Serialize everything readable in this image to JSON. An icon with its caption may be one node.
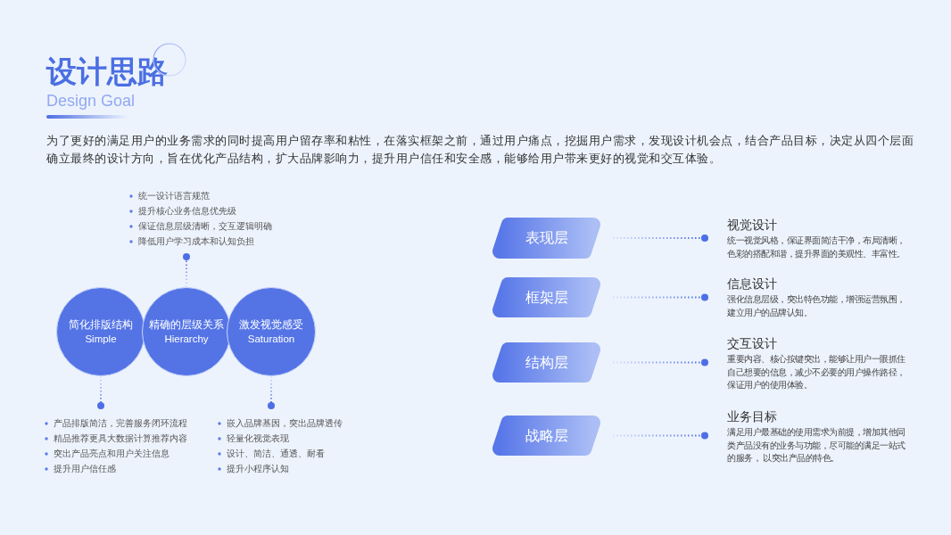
{
  "diagram": {
    "title": "设计思路",
    "nodes": [
      {
        "text": [
          "统一设计语言规范",
          "提升核心业务信息优先级",
          "保证信息层级清晰，交互逻辑明确",
          "降低用户学习成本和认知负担"
        ]
      },
      {
        "text": [
          "简化排版结构",
          "Simple"
        ]
      },
      {
        "text": [
          "精确的层级关系",
          "Hierarchy"
        ]
      },
      {
        "text": [
          "激发视觉感受",
          "Saturation"
        ]
      },
      {
        "text": [
          "产品排版简洁，完善服务闭环流程",
          "精品推荐更具大数据计算推荐内容",
          "突出产品亮点和用户关注信息",
          "提升用户信任感"
        ]
      },
      {
        "text": [
          "嵌入品牌基因，突出品牌透传",
          "轻量化视觉表现",
          "设计、简洁、通透、耐看",
          "提升小程序认知"
        ]
      },
      {
        "text": [
          "表现层"
        ]
      },
      {
        "text": [
          "框架层"
        ]
      },
      {
        "text": [
          "结构层"
        ]
      },
      {
        "text": [
          "战略层"
        ]
      },
      {
        "text": [
          "视觉设计",
          "统一视觉风格，保证界面简洁干净，布局清晰，色彩的搭配和谐，提升界面的美观性、丰富性。"
        ]
      },
      {
        "text": [
          "信息设计",
          "强化信息层级，突出特色功能，增强运营氛围，建立用户的品牌认知。"
        ]
      },
      {
        "text": [
          "交互设计",
          "重要内容、核心按键突出，能够让用户一眼抓住自己想要的信息，减少不必要的用户操作路径，保证用户的使用体验。"
        ]
      },
      {
        "text": [
          "业务目标",
          "满足用户最基础的使用需求为前提，增加其他同类产品没有的业务与功能，尽可能的满足一站式的服务， 以突出产品的特色。"
        ]
      }
    ],
    "edges": [
      {
        "from": 2,
        "to": 0,
        "arrow": "other",
        "style": "dashed"
      },
      {
        "from": 1,
        "to": 4,
        "arrow": "other",
        "style": "dashed"
      },
      {
        "from": 3,
        "to": 5,
        "arrow": "other",
        "style": "dashed"
      },
      {
        "from": 6,
        "to": 10,
        "arrow": "other",
        "style": "dashed"
      },
      {
        "from": 7,
        "to": 11,
        "arrow": "other",
        "style": "dashed"
      },
      {
        "from": 8,
        "to": 12,
        "arrow": "other",
        "style": "dashed"
      },
      {
        "from": 9,
        "to": 13,
        "arrow": "other",
        "style": "dashed"
      }
    ],
    "labels": [
      "Design Goal",
      "为了更好的满足用户的业务需求的同时提高用户留存率和粘性，在落实框架之前，通过用户痛点，挖掘用户需求，发现设计机会点，结合产品目标，决定从四个层面确立最终的设计方向，旨在优化产品结构，扩大品牌影响力，提升用户信任和安全感，能够给用户带来更好的视觉和交互体验。"
    ]
  }
}
